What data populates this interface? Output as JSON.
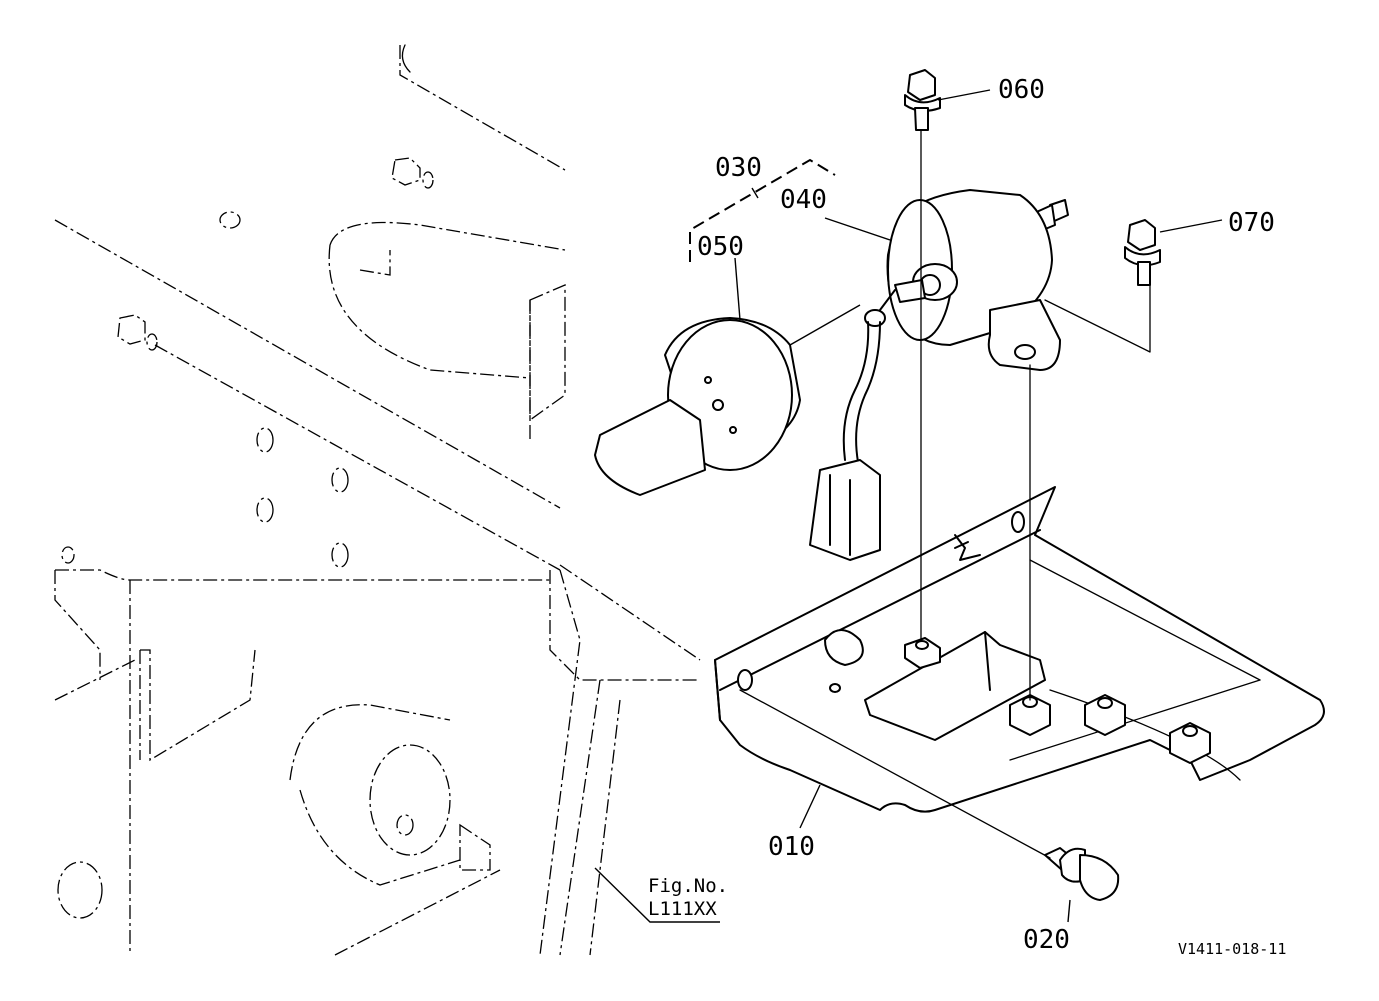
{
  "parts": [
    {
      "id": "part-010",
      "label": "010"
    },
    {
      "id": "part-020",
      "label": "020"
    },
    {
      "id": "part-030",
      "label": "030"
    },
    {
      "id": "part-040",
      "label": "040"
    },
    {
      "id": "part-050",
      "label": "050"
    },
    {
      "id": "part-060",
      "label": "060"
    },
    {
      "id": "part-070",
      "label": "070"
    }
  ],
  "figure_ref": {
    "line1": "Fig.No.",
    "line2": "L111XX"
  },
  "drawing_code": "V1411-018-11"
}
